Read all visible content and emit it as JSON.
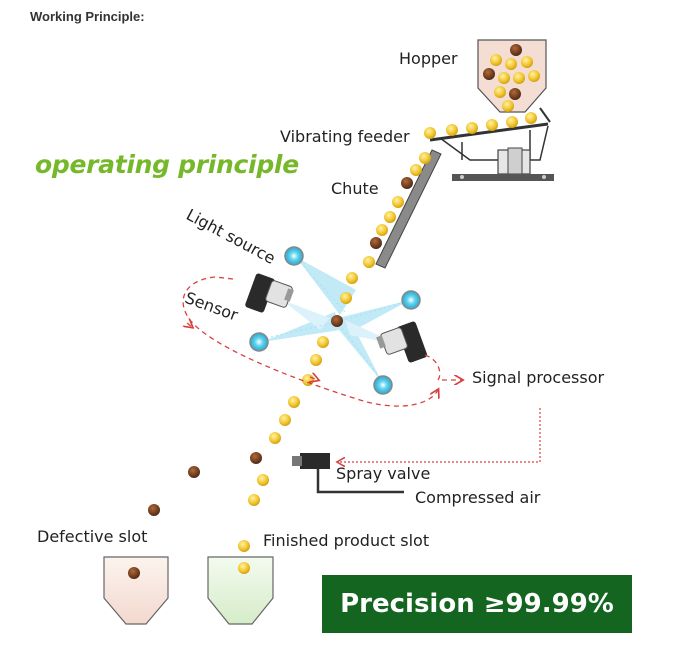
{
  "header": {
    "title": "Working Principle:"
  },
  "subtitle": "operating principle",
  "labels": {
    "hopper": "Hopper",
    "vibrating_feeder": "Vibrating feeder",
    "chute": "Chute",
    "light_source": "Light source",
    "sensor": "Sensor",
    "signal_processor": "Signal processor",
    "spray_valve": "Spray valve",
    "compressed_air": "Compressed air",
    "defective_slot": "Defective slot",
    "finished_product_slot": "Finished product slot"
  },
  "badge": {
    "text": "Precision ≥99.99%"
  },
  "colors": {
    "good_grain": "#f2c52c",
    "defective_grain": "#6b3a1f",
    "subtitle": "#76b82a",
    "badge_bg": "#14651f",
    "signal_line": "#d94040",
    "light_beam": "#8fd8ef"
  }
}
